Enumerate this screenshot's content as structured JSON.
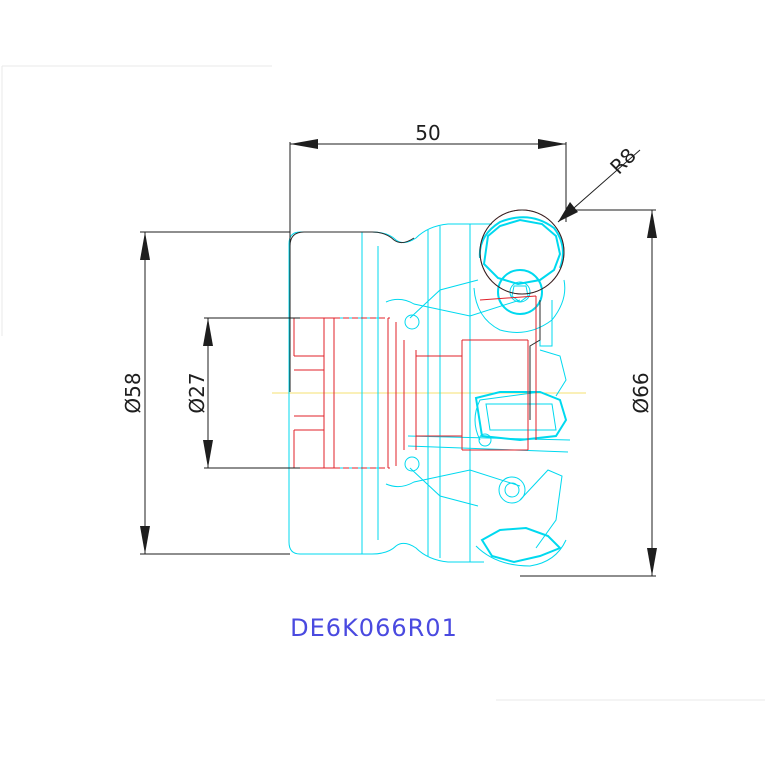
{
  "drawing": {
    "part_code": "DE6K066R01",
    "dimensions": {
      "length": "50",
      "radius": "R8",
      "dia_outer": "Ø58",
      "dia_bore": "Ø27",
      "dia_cutting": "Ø66"
    }
  },
  "colors": {
    "body": "#00d9ef",
    "bore": "#e0202a",
    "dimension": "#1e1e1e",
    "title": "#4a4ae0",
    "centerline": "#f4e070"
  }
}
